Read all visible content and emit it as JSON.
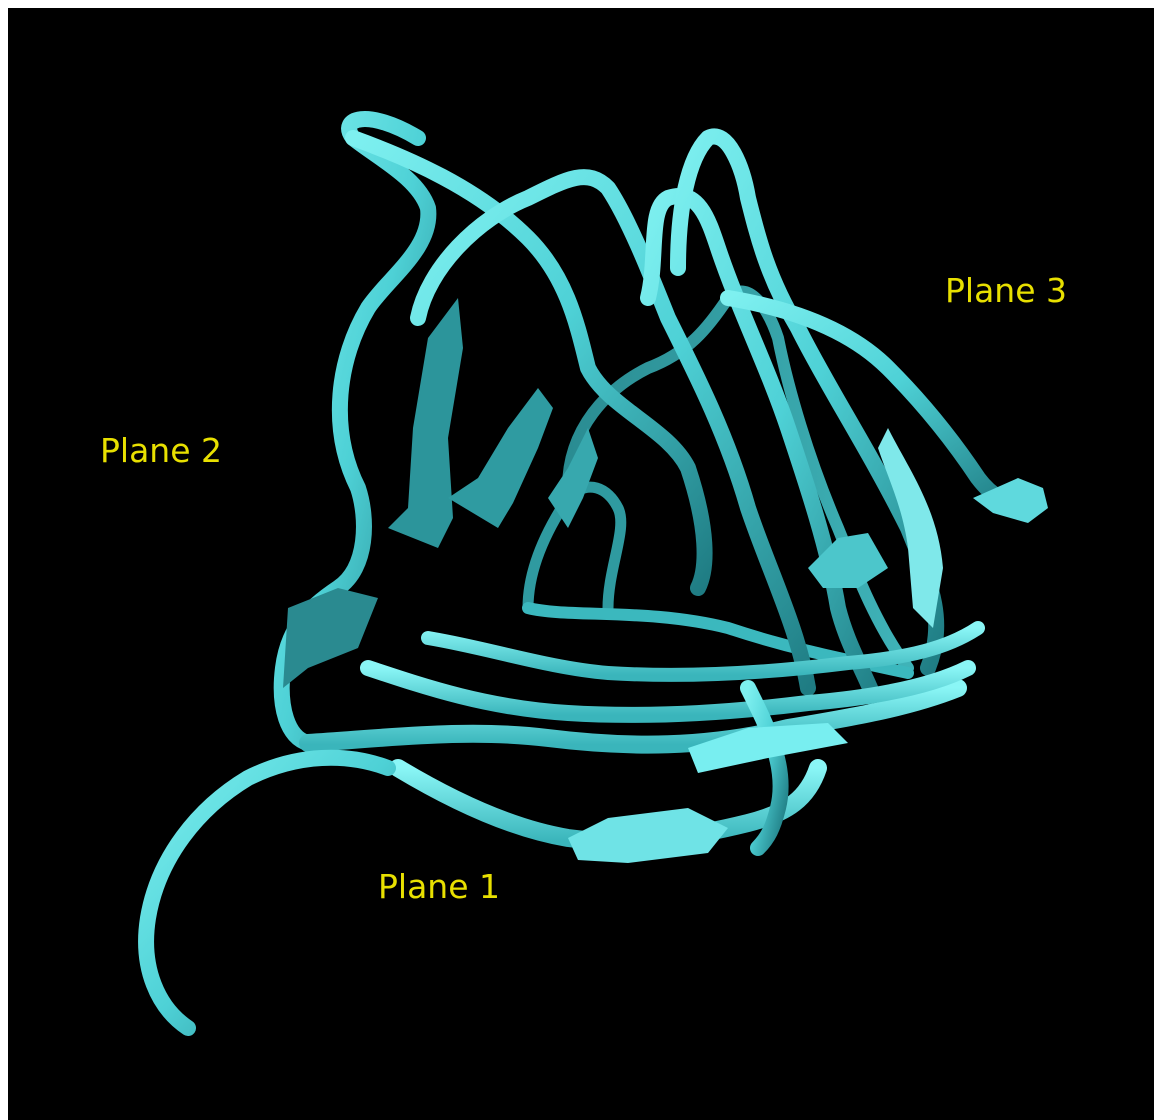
{
  "labels": {
    "plane_1": "Plane 1",
    "plane_2": "Plane 2",
    "plane_3": "Plane 3"
  },
  "colors": {
    "background": "#000000",
    "label_text": "#e8e000",
    "ribbon_light": "#7ef0f0",
    "ribbon_mid": "#4ed1d6",
    "ribbon_dark": "#1f7c83"
  }
}
